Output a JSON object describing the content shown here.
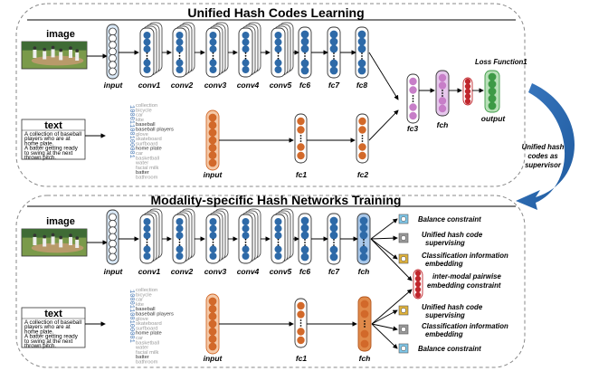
{
  "titles": {
    "top": "Unified Hash Codes Learning",
    "bottom": "Modality-specific Hash Networks Training"
  },
  "image_label": "image",
  "text_label": "text",
  "sentence": {
    "line1": "A collection of baseball",
    "line2": "players who are at",
    "line3": "home plate.",
    "line4": "A batter getting ready",
    "line5": "to swing at the next",
    "line6": "thrown pitch."
  },
  "bit_vector": "10001100100001",
  "words": [
    "collection",
    "bicycle",
    "car",
    "kite",
    "baseball",
    "baseball players",
    "glove",
    "skateboard",
    "surfboard",
    "home plate",
    "car",
    "basketball",
    "water",
    "facial milk",
    "batter",
    "bathroom"
  ],
  "top_layers": {
    "input": "input",
    "conv1": "conv1",
    "conv2": "conv2",
    "conv3": "conv3",
    "conv4": "conv4",
    "conv5": "conv5",
    "fc6": "fc6",
    "fc7": "fc7",
    "fc8": "fc8",
    "text_input": "input",
    "fc1": "fc1",
    "fc2": "fc2",
    "fc3": "fc3",
    "fch": "fch",
    "output": "output",
    "loss": "Loss Function1"
  },
  "bottom_layers": {
    "input": "input",
    "conv1": "conv1",
    "conv2": "conv2",
    "conv3": "conv3",
    "conv4": "conv4",
    "conv5": "conv5",
    "fc6": "fc6",
    "fc7": "fc7",
    "fch": "fch",
    "text_input": "input",
    "fc1": "fc1",
    "fch_text": "fch"
  },
  "supervisor_label": {
    "line1": "Unified hash",
    "line2": "codes as",
    "line3": "supervisor"
  },
  "constraints": {
    "c1": "Balance constraint",
    "c2a": "Unified hash code",
    "c2b": "supervising",
    "c3a": "Classification information",
    "c3b": "embedding",
    "c4a": "inter-modal pairwise",
    "c4b": "embedding constraint",
    "c5a": "Unified hash code",
    "c5b": "supervising",
    "c6a": "Classification information",
    "c6b": "embedding",
    "c7": "Balance constraint"
  },
  "colors": {
    "blue": "#2e6aa8",
    "orange": "#d2692a",
    "purple": "#c77ec8",
    "green": "#3d9a46",
    "red": "#c0262c",
    "arrow": "#2e6aa8"
  }
}
